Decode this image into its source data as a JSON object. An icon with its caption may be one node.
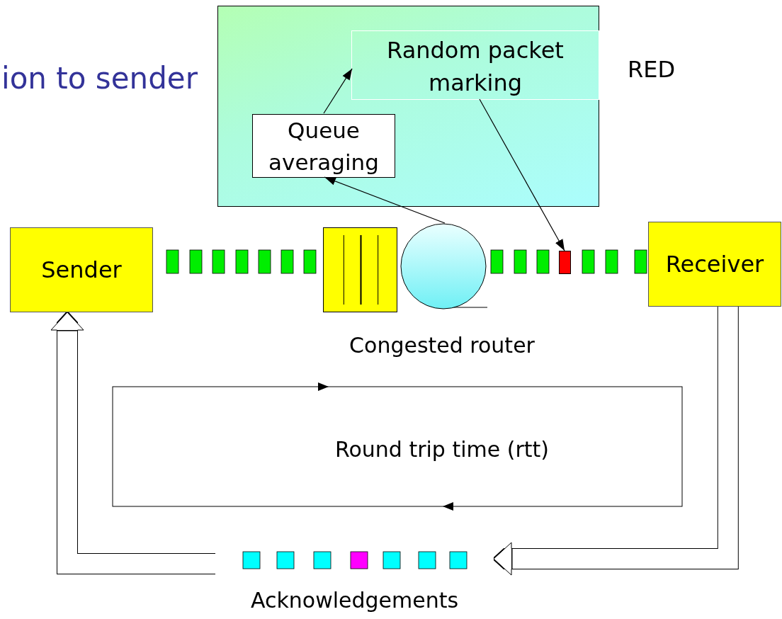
{
  "diagram": {
    "title": "ion to sender",
    "nodes": [
      {
        "text": [
          "RED"
        ]
      },
      {
        "text": [
          "Random packet marking"
        ],
        "in": 0
      },
      {
        "text": [
          "Queue averaging"
        ],
        "in": 0
      },
      {
        "text": [
          "Sender"
        ]
      },
      {
        "text": [],
        "shape": "box"
      },
      {
        "text": [],
        "shape": "circle"
      },
      {
        "text": [],
        "shape": "box"
      },
      {
        "text": [
          "Receiver"
        ]
      },
      {
        "text": [],
        "shape": "bar",
        "beside": [
          "Acknowledgements"
        ]
      }
    ],
    "edges": [
      {
        "from": 2,
        "to": 1,
        "arrow": "to"
      },
      {
        "from": 5,
        "to": 2,
        "arrow": "to"
      },
      {
        "from": 1,
        "to": 6,
        "arrow": "to"
      },
      {
        "from": 7,
        "to": 8,
        "arrow": "to",
        "style": "thick"
      },
      {
        "from": 8,
        "to": 3,
        "arrow": "to",
        "style": "thick"
      }
    ],
    "labels": [
      "Congested router",
      "Round trip time (rtt)"
    ]
  }
}
